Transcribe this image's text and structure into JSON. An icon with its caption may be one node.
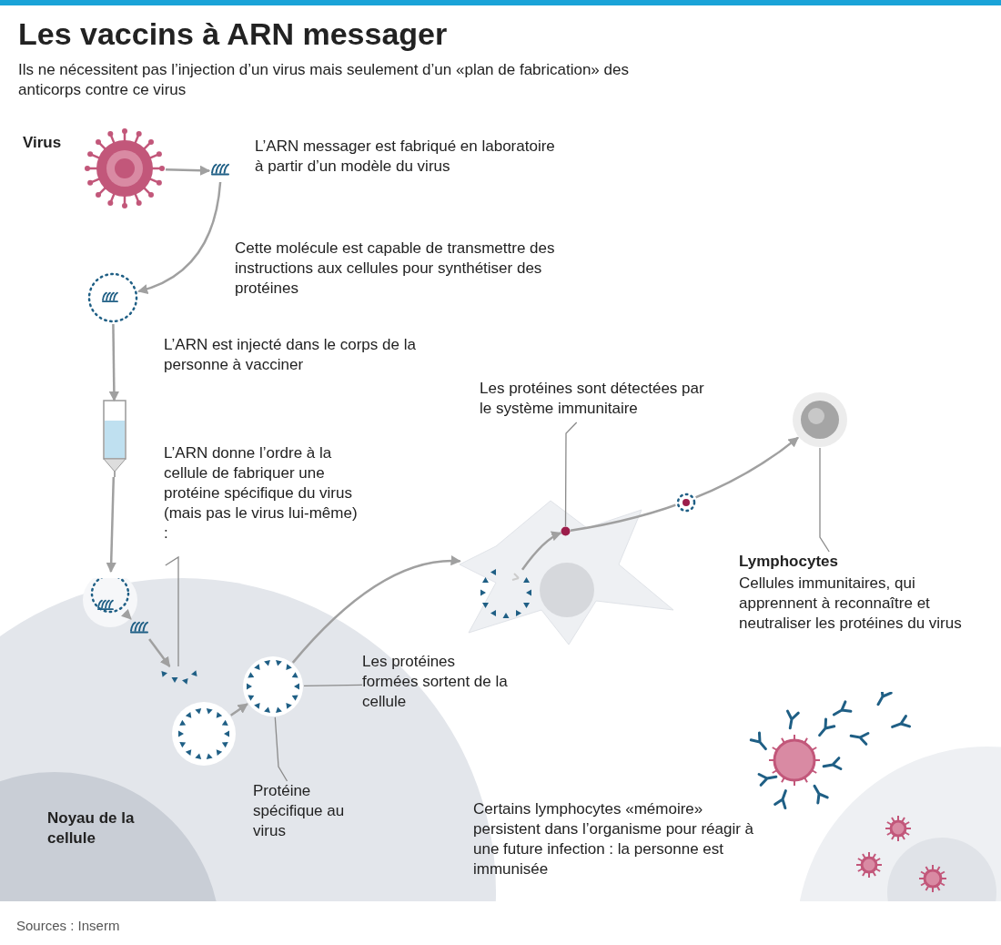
{
  "diagram": {
    "title": "Les vaccins à ARN messager",
    "nodes": [
      {
        "text": [],
        "shape": "picture",
        "beside": [
          "Virus"
        ]
      },
      {
        "text": [],
        "shape": "picture",
        "beside": [
          "L’ARN messager est fabriqué en laboratoire à partir d’un modèle du virus"
        ]
      },
      {
        "text": [],
        "shape": "picture"
      },
      {
        "text": [],
        "shape": "picture",
        "beside": [
          "L’ARN est injecté dans le corps de la personne à vacciner"
        ]
      },
      {
        "text": [
          "L’ARN donne l’ordre à la cellule de fabriquer une protéine spécifique du virus (mais pas le virus lui-même) :"
        ]
      },
      {
        "text": [
          "Les protéines sont détectées par le système immunitaire"
        ]
      },
      {
        "text": [],
        "shape": "circle"
      },
      {
        "text": [],
        "shape": "picture"
      },
      {
        "text": [],
        "shape": "picture",
        "in": 7
      },
      {
        "text": [],
        "shape": "circle",
        "in": 7
      },
      {
        "text": [
          "Lymphocytes",
          "Cellules immunitaires, qui apprennent à reconnaître et neutraliser les protéines du virus"
        ]
      },
      {
        "text": [],
        "shape": "circle"
      },
      {
        "text": [],
        "shape": "picture",
        "in": 11
      },
      {
        "text": [],
        "shape": "picture",
        "in": 11
      },
      {
        "text": [],
        "shape": "picture",
        "in": 11
      },
      {
        "text": [],
        "shape": "circle",
        "in": 11
      },
      {
        "text": [],
        "shape": "picture",
        "in": 11
      },
      {
        "text": [
          "Les protéines formées sortent de la cellule"
        ]
      },
      {
        "text": [
          "Noyau de la cellule"
        ],
        "in": 11
      },
      {
        "text": [
          "Protéine spécifique au virus"
        ],
        "in": 11
      }
    ],
    "edges": [
      {
        "from": 0,
        "to": 1,
        "arrow": "to"
      },
      {
        "from": 1,
        "to": 2,
        "arrow": "to"
      },
      {
        "from": 2,
        "to": 3,
        "arrow": "to"
      },
      {
        "from": 3,
        "to": 12,
        "arrow": "to"
      },
      {
        "from": 12,
        "to": 13,
        "arrow": "to"
      },
      {
        "from": 13,
        "to": 14,
        "arrow": "to"
      },
      {
        "from": 15,
        "to": 16,
        "arrow": "to"
      },
      {
        "from": 16,
        "to": 7,
        "arrow": "to"
      },
      {
        "from": 8,
        "to": 9,
        "arrow": "to"
      },
      {
        "from": 9,
        "to": 6,
        "arrow": "to"
      },
      {
        "from": 4,
        "to": 14,
        "arrow": "none"
      },
      {
        "from": 5,
        "to": 9,
        "arrow": "none"
      },
      {
        "from": 10,
        "to": 6,
        "arrow": "none"
      },
      {
        "from": 17,
        "to": 16,
        "arrow": "none"
      },
      {
        "from": 19,
        "to": 16,
        "arrow": "none"
      }
    ],
    "labels": [
      "Ils ne nécessitent pas l’injection d’un virus mais seulement d’un «plan de fabrication» des anticorps contre ce virus",
      "Cette molécule est capable de transmettre des instructions aux cellules pour synthétiser des protéines",
      "Certains lymphocytes «mémoire» persistent dans l’organisme pour réagir à une future infection : la personne est immunisée",
      "Sources : Inserm"
    ]
  }
}
